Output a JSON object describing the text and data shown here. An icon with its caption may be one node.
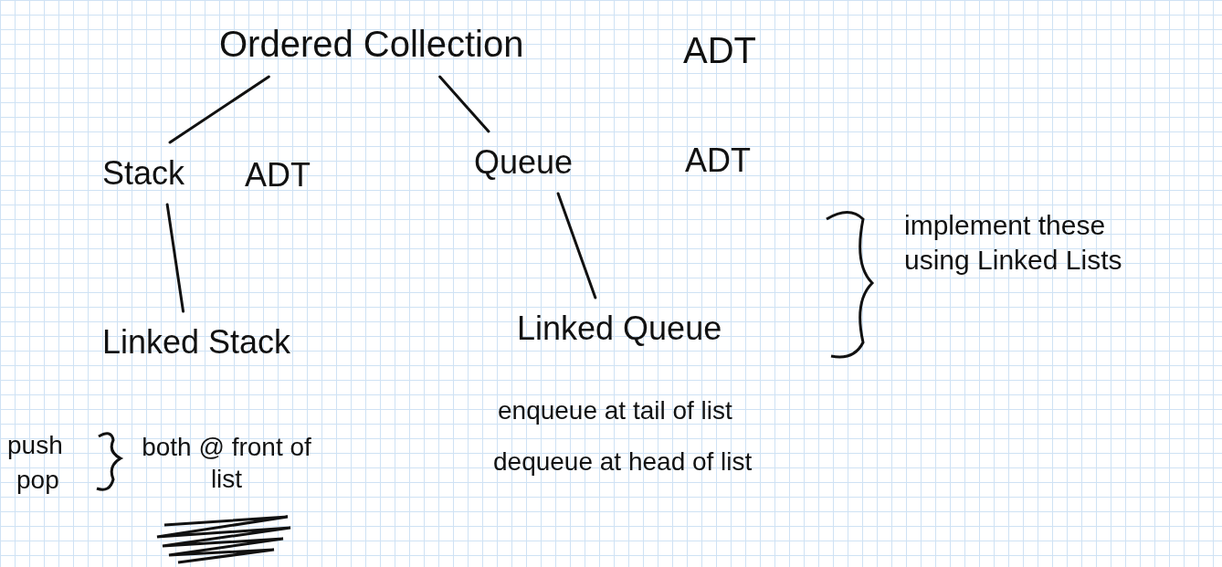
{
  "diagram": {
    "nodes": [
      {
        "text": [
          "Ordered Collection"
        ]
      },
      {
        "text": [
          "Stack"
        ],
        "beside": [
          "ADT"
        ]
      },
      {
        "text": [
          "Queue"
        ],
        "beside": [
          "ADT"
        ]
      },
      {
        "text": [
          "Linked Stack"
        ]
      },
      {
        "text": [
          "Linked Queue"
        ]
      }
    ],
    "edges": [
      {
        "from": 0,
        "to": 1,
        "arrow": "none"
      },
      {
        "from": 0,
        "to": 2,
        "arrow": "none"
      },
      {
        "from": 1,
        "to": 3,
        "arrow": "none"
      },
      {
        "from": 2,
        "to": 4,
        "arrow": "none"
      }
    ],
    "labels": [
      "ADT",
      "implement these using Linked Lists",
      "push",
      "pop",
      "both @ front of list",
      "enqueue at tail of list",
      "dequeue at head of list"
    ]
  }
}
